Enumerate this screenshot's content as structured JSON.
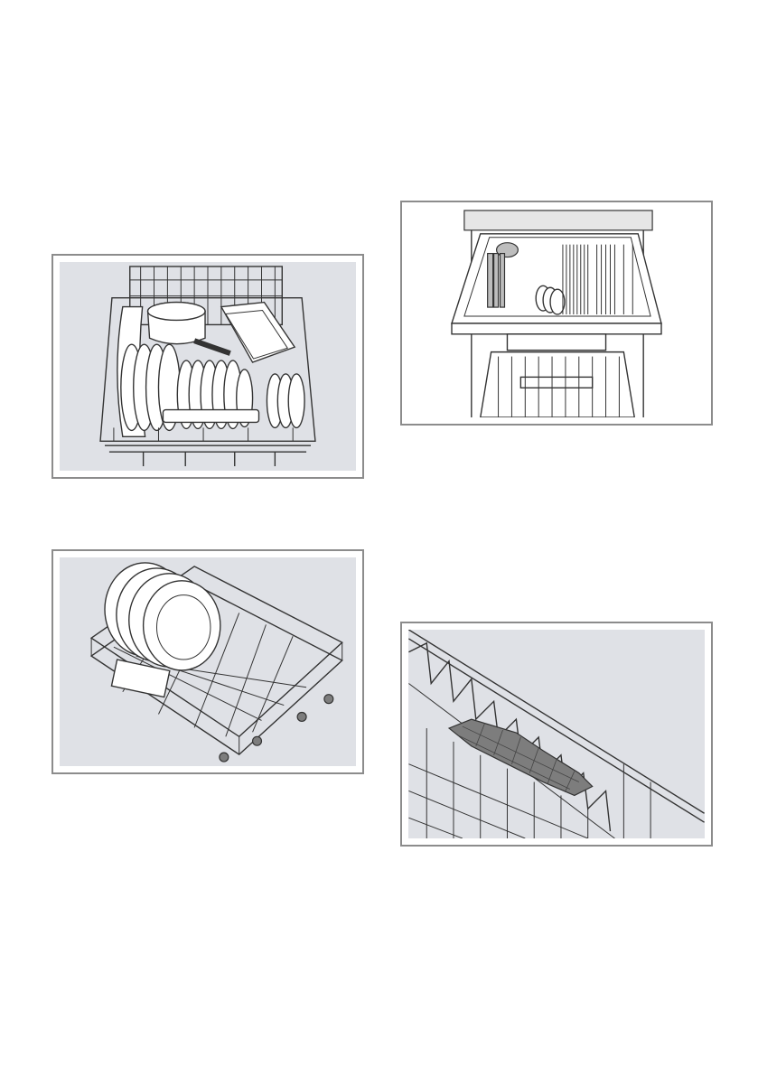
{
  "document": {
    "figures": [
      {
        "id": "fig-1",
        "depicts": "upper-basket-with-plates-and-pans"
      },
      {
        "id": "fig-2",
        "depicts": "cutlery-drawer-pulled-out"
      },
      {
        "id": "fig-3",
        "depicts": "lower-basket-with-large-plates"
      },
      {
        "id": "fig-4",
        "depicts": "basket-rack-with-folding-insert"
      }
    ],
    "colors": {
      "panel_background": "#dfe1e6",
      "frame_border": "#8c8c8c",
      "line_art": "#333333"
    }
  }
}
